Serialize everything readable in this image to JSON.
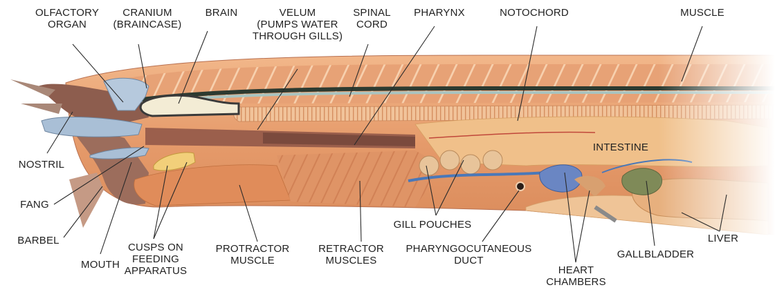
{
  "labels": {
    "olfactory_organ": [
      "OLFACTORY",
      "ORGAN"
    ],
    "cranium": [
      "CRANIUM",
      "(BRAINCASE)"
    ],
    "brain": [
      "BRAIN"
    ],
    "velum": [
      "VELUM",
      "(PUMPS WATER",
      "THROUGH GILLS)"
    ],
    "spinal_cord": [
      "SPINAL",
      "CORD"
    ],
    "pharynx": [
      "PHARYNX"
    ],
    "notochord": [
      "NOTOCHORD"
    ],
    "muscle": [
      "MUSCLE"
    ],
    "intestine": [
      "INTESTINE"
    ],
    "nostril": [
      "NOSTRIL"
    ],
    "fang": [
      "FANG"
    ],
    "barbel": [
      "BARBEL"
    ],
    "mouth": [
      "MOUTH"
    ],
    "cusps": [
      "CUSPS ON",
      "FEEDING",
      "APPARATUS"
    ],
    "protractor": [
      "PROTRACTOR",
      "MUSCLE"
    ],
    "retractor": [
      "RETRACTOR",
      "MUSCLES"
    ],
    "gill_pouches": [
      "GILL POUCHES"
    ],
    "pharyngocutaneous": [
      "PHARYNGOCUTANEOUS",
      "DUCT"
    ],
    "heart_chambers": [
      "HEART",
      "CHAMBERS"
    ],
    "gallbladder": [
      "GALLBLADDER"
    ],
    "liver": [
      "LIVER"
    ]
  },
  "colors": {
    "muscle": "#e29a6a",
    "muscle_dark": "#c9734a",
    "cartilage": "#a9bfd6",
    "cavity": "#8a5a4a",
    "intestine": "#f0c08a",
    "gill": "#e8c49a",
    "gallbladder": "#7f8a58",
    "vessel": "#4a78b8",
    "text": "#222222"
  }
}
